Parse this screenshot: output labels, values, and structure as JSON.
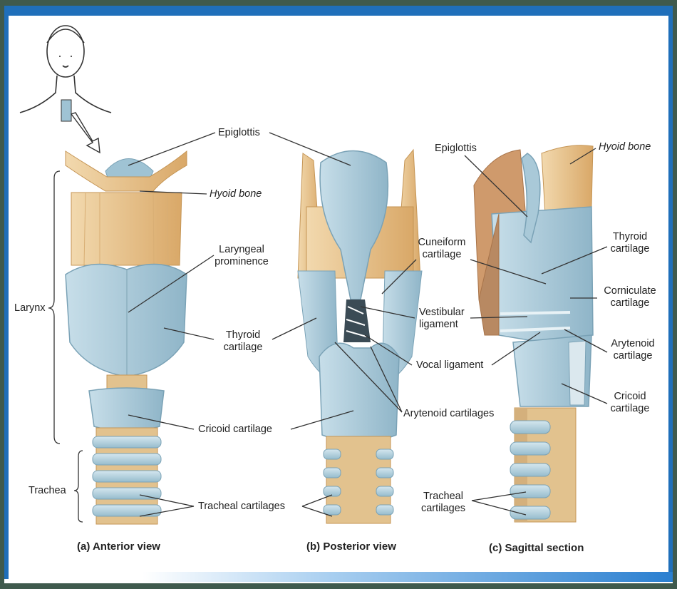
{
  "colors": {
    "frame_outer": "#3f5a4d",
    "top_bar": "#1f6fba",
    "bottom_bar": "#2a7fd0",
    "cartilage_blue": "#a9c9d8",
    "bone_tan": "#e8c894",
    "leader_line": "#333333"
  },
  "labels": {
    "epiglottis_a": "Epiglottis",
    "hyoid_bone_a": "Hyoid bone",
    "laryngeal_prominence": "Laryngeal\nprominence",
    "larynx": "Larynx",
    "thyroid_cartilage_a": "Thyroid\ncartilage",
    "cricoid_cartilage_a": "Cricoid cartilage",
    "trachea": "Trachea",
    "tracheal_cartilages_a": "Tracheal cartilages",
    "cuneiform_cartilage": "Cuneiform\ncartilage",
    "vestibular_ligament": "Vestibular\nligament",
    "vocal_ligament": "Vocal ligament",
    "arytenoid_cartilages": "Arytenoid cartilages",
    "epiglottis_c": "Epiglottis",
    "hyoid_bone_c": "Hyoid bone",
    "thyroid_cartilage_c": "Thyroid\ncartilage",
    "corniculate_cartilage": "Corniculate\ncartilage",
    "arytenoid_cartilage_c": "Arytenoid\ncartilage",
    "cricoid_cartilage_c": "Cricoid\ncartilage",
    "tracheal_cartilages_c": "Tracheal\ncartilages"
  },
  "captions": {
    "anterior": "(a) Anterior view",
    "posterior": "(b) Posterior view",
    "sagittal": "(c) Sagittal section"
  }
}
